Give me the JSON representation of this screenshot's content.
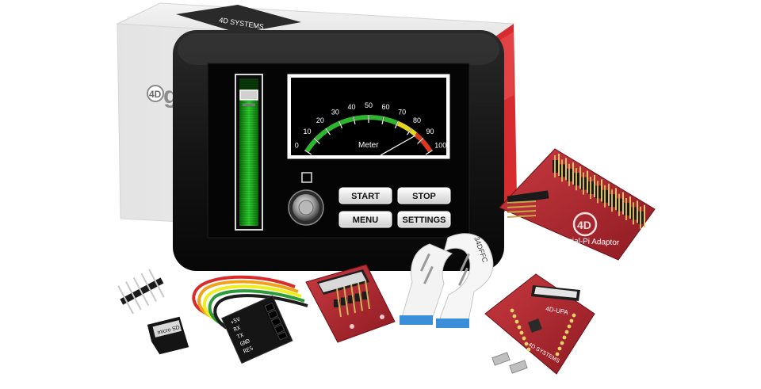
{
  "box": {
    "brand_logo": "4D",
    "brand_text": "ge",
    "brand_strip": "4D SYSTEMS"
  },
  "screen": {
    "meter": {
      "scale_labels": [
        "0",
        "10",
        "20",
        "30",
        "40",
        "50",
        "60",
        "70",
        "80",
        "90",
        "100"
      ],
      "caption": "Meter",
      "needle_value": 85
    },
    "slider": {
      "level": 0.85
    },
    "buttons": {
      "start": "START",
      "stop": "STOP",
      "menu": "MENU",
      "settings": "SETTINGS"
    }
  },
  "accessories": {
    "serial_pi_adaptor": "4D-Serial-Pi Adaptor",
    "upa_board_label": "4D-UPA",
    "upa_brand": "4D SYSTEMS",
    "cable_connector_labels": [
      "+5V",
      "RX",
      "TX",
      "GND",
      "RES"
    ],
    "ffc_cable_marking": "34DFFC",
    "microsd_label": "micro SD"
  },
  "colors": {
    "bezel": "#121212",
    "screen": "#050505",
    "slider_green": "#1db11d",
    "board_red": "#b82430",
    "box_red": "#d0282e",
    "ffc_blue": "#3b8fd9"
  }
}
